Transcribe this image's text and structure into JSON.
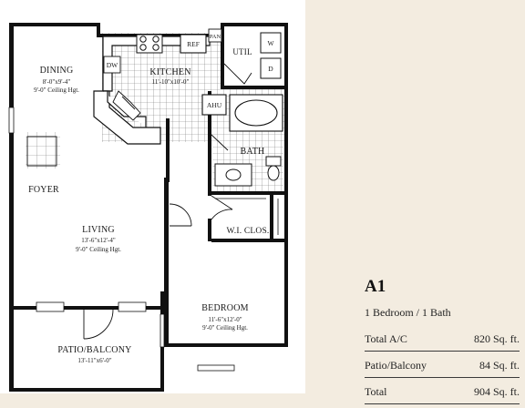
{
  "rooms": {
    "dining": {
      "name": "DINING",
      "dims": "8'-0\"x9'-4\"",
      "ceiling": "9'-0\" Ceiling Hgt."
    },
    "kitchen": {
      "name": "KITCHEN",
      "dims": "11'-10\"x10'-0\""
    },
    "foyer": {
      "name": "FOYER"
    },
    "living": {
      "name": "LIVING",
      "dims": "13'-6\"x12'-4\"",
      "ceiling": "9'-0\" Ceiling Hgt."
    },
    "bath": {
      "name": "BATH"
    },
    "closet": {
      "name": "W.I. CLOS."
    },
    "bedroom": {
      "name": "BEDROOM",
      "dims": "11'-6\"x12'-0\"",
      "ceiling": "9'-0\" Ceiling Hgt."
    },
    "patio": {
      "name": "PATIO/BALCONY",
      "dims": "13'-11\"x6'-0\""
    }
  },
  "fixtures": {
    "ref": "REF",
    "pan": "PAN",
    "util": "UTIL",
    "washer": "W",
    "dryer": "D",
    "dishwasher": "DW",
    "ahu": "AHU"
  },
  "unit": {
    "code": "A1",
    "type": "1 Bedroom / 1 Bath",
    "specs": [
      {
        "label": "Total A/C",
        "value": "820 Sq. ft."
      },
      {
        "label": "Patio/Balcony",
        "value": "84 Sq. ft."
      },
      {
        "label": "Total",
        "value": "904 Sq. ft."
      }
    ]
  },
  "colors": {
    "wall": "#111111",
    "paper": "#f3ece0",
    "plan": "#ffffff"
  }
}
